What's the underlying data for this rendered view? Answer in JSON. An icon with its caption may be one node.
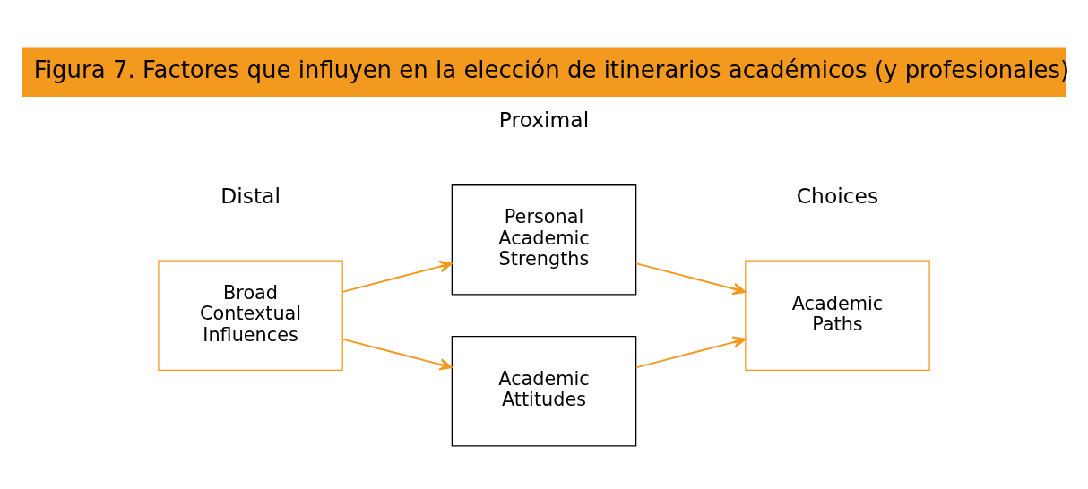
{
  "diagram": {
    "title": "Figura 7. Factores que influyen en la elección de itinerarios académicos (y profesionales)",
    "nodes": [
      {
        "text": [
          "Broad Contextual Influences"
        ]
      },
      {
        "text": [
          "Personal Academic Strengths"
        ]
      },
      {
        "text": [
          "Academic Attitudes"
        ]
      },
      {
        "text": [
          "Academic Paths"
        ]
      }
    ],
    "edges": [
      {
        "from": 0,
        "to": 1,
        "arrow": "to"
      },
      {
        "from": 0,
        "to": 2,
        "arrow": "to"
      },
      {
        "from": 1,
        "to": 3,
        "arrow": "to"
      },
      {
        "from": 2,
        "to": 3,
        "arrow": "to"
      }
    ],
    "labels": [
      "Distal",
      "Proximal",
      "Choices"
    ]
  }
}
